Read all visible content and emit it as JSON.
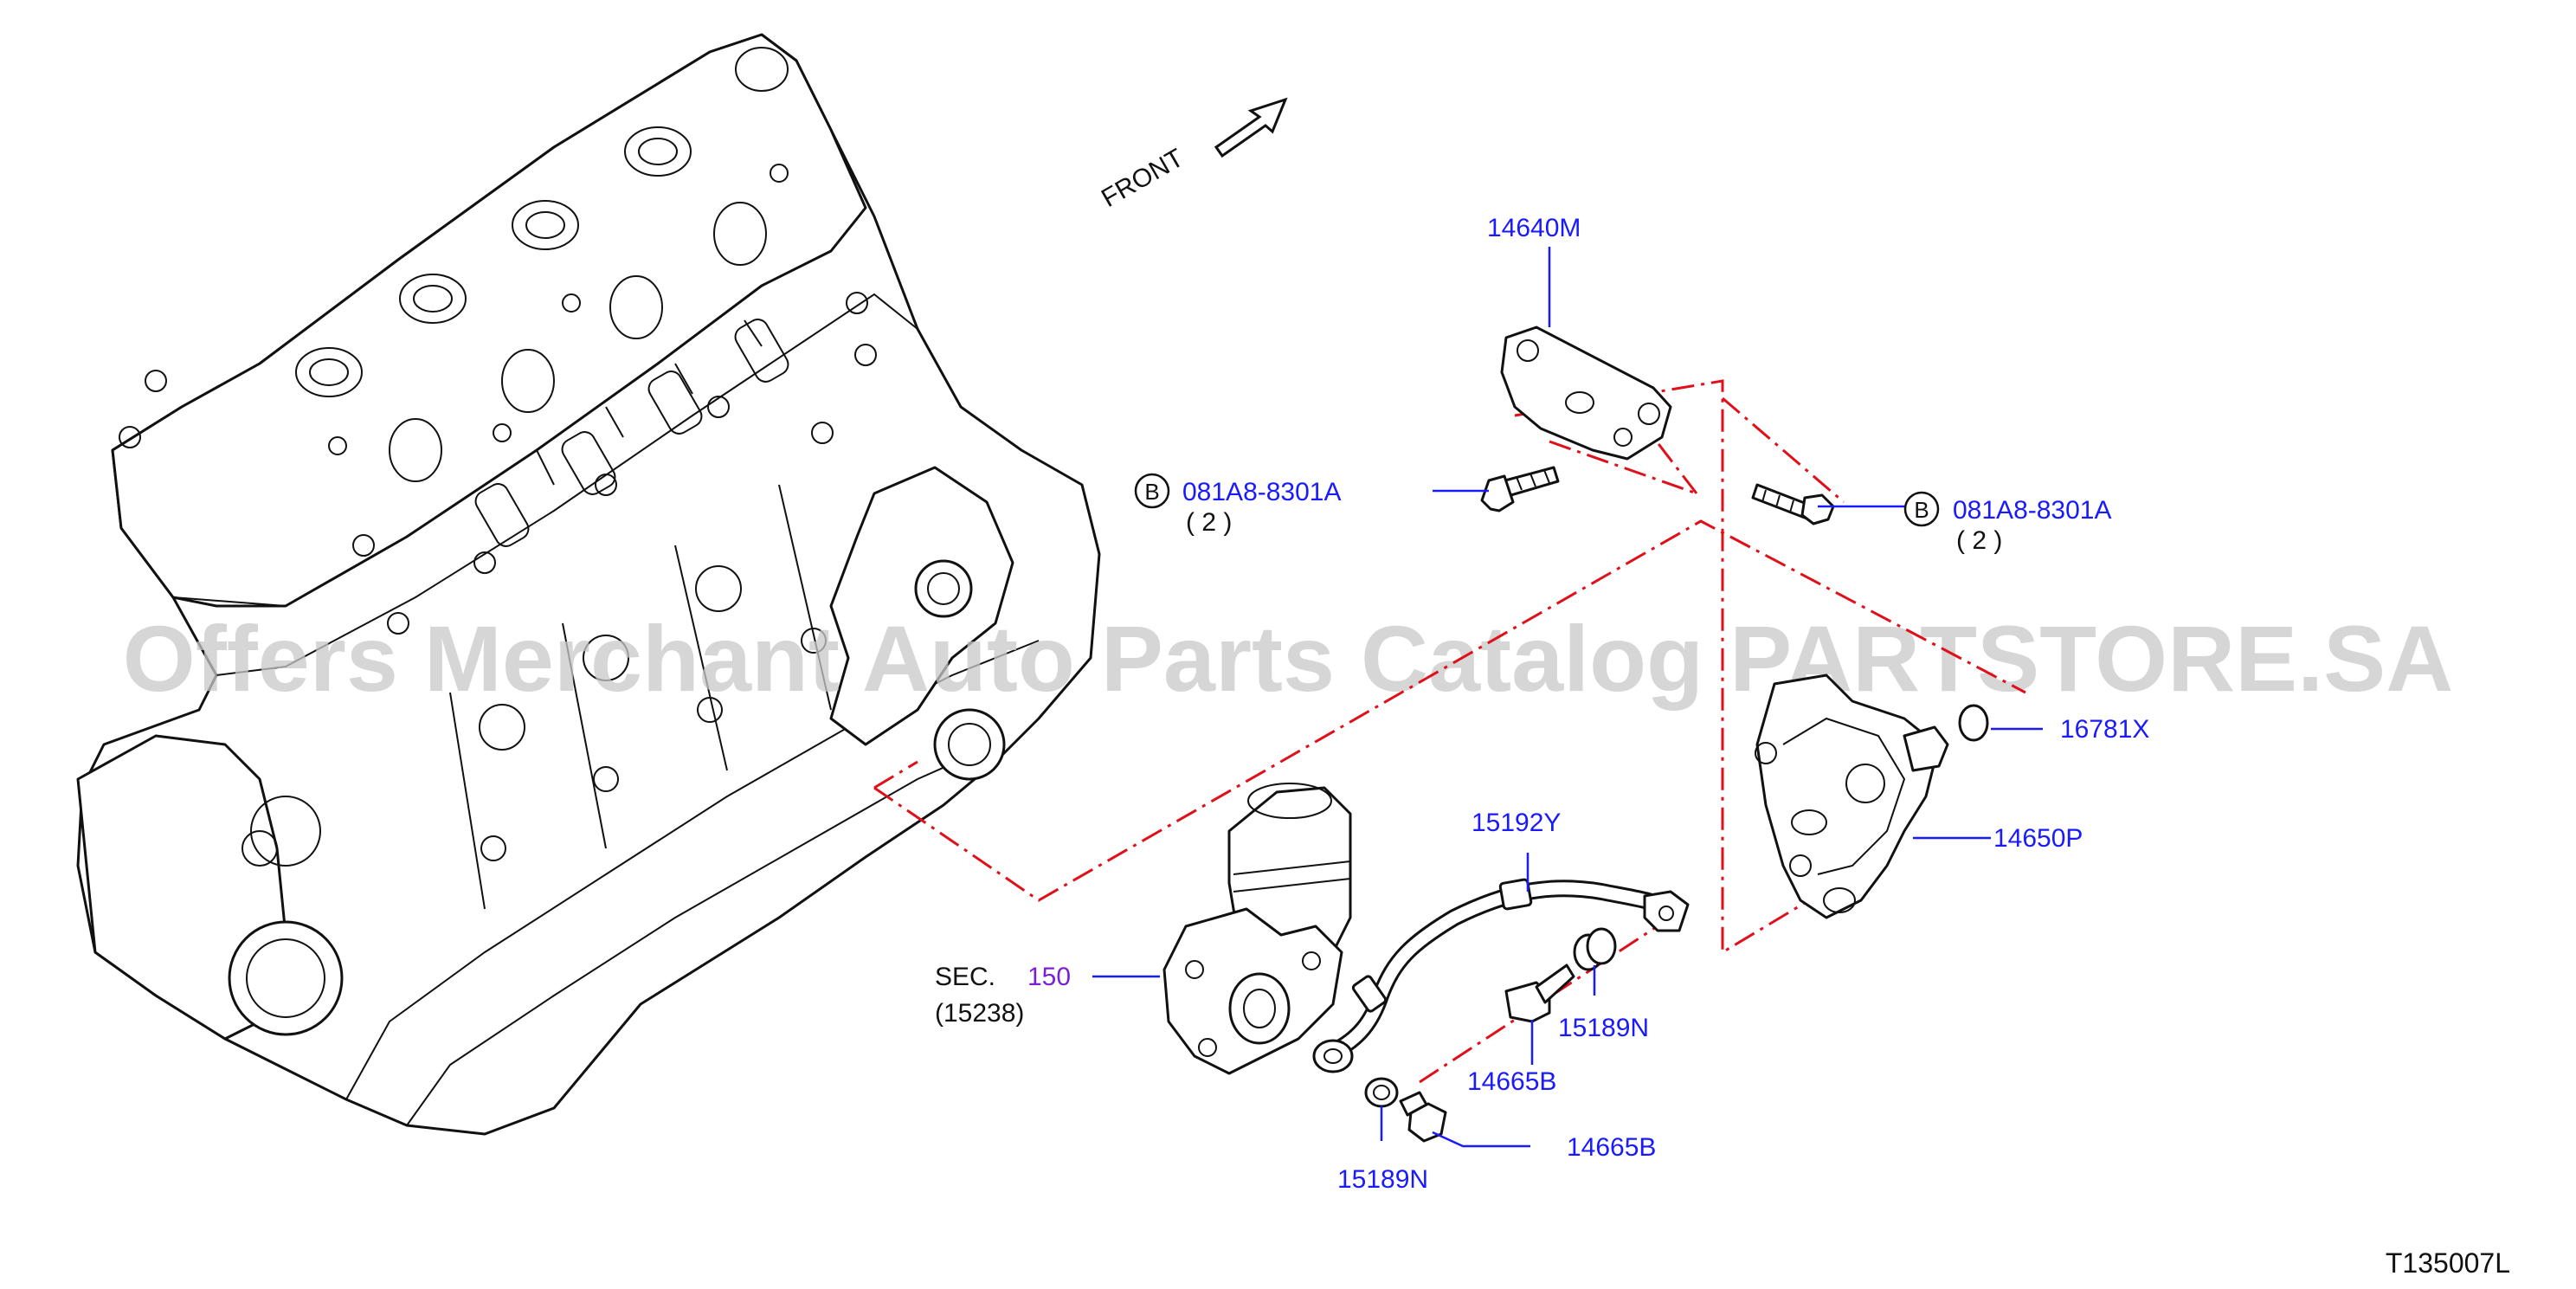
{
  "diagram": {
    "front_label": "FRONT",
    "diagram_code": "T135007L",
    "watermark": "Offers Merchant Auto Parts Catalog PARTSTORE.SA",
    "colors": {
      "label": "#1a1aff",
      "section": "#7a1fd6",
      "centerline": "#e0101a",
      "ink": "#111111"
    },
    "callouts": {
      "bracket": "14640M",
      "bolt_left_code": "081A8-8301A",
      "bolt_left_qty": "( 2 )",
      "bolt_left_badge": "B",
      "bolt_right_code": "081A8-8301A",
      "bolt_right_qty": "( 2 )",
      "bolt_right_badge": "B",
      "o_ring": "16781X",
      "vacuum_pump": "14650P",
      "oil_tube": "15192Y",
      "washer_upper": "15189N",
      "eye_bolt_upper": "14665B",
      "washer_lower": "15189N",
      "eye_bolt_lower": "14665B"
    },
    "section_ref": {
      "prefix": "SEC.",
      "number": "150",
      "sub": "(15238)"
    }
  }
}
